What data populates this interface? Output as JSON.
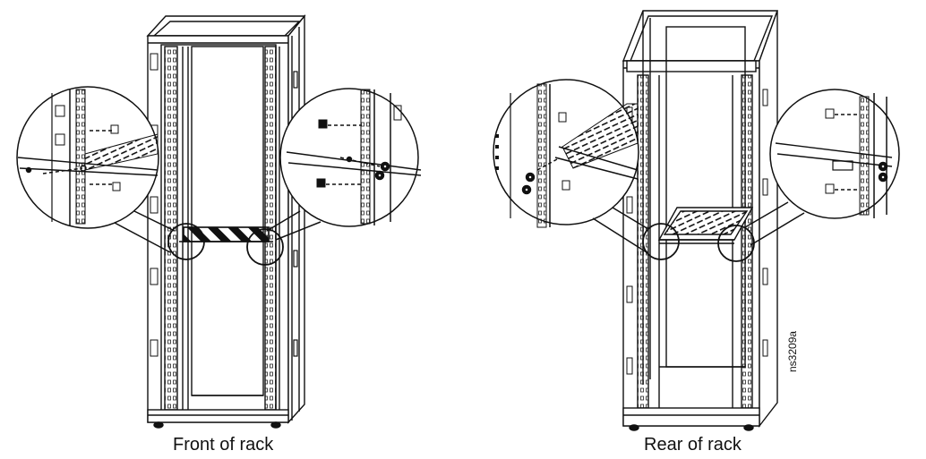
{
  "figure": {
    "front_caption": "Front of rack",
    "rear_caption": "Rear of rack",
    "figure_code": "ns3209a"
  },
  "icons": [
    "rack-front-drawing",
    "rack-rear-drawing",
    "shelf-bracket-detail-icon",
    "cage-nut-icon",
    "screw-icon"
  ]
}
